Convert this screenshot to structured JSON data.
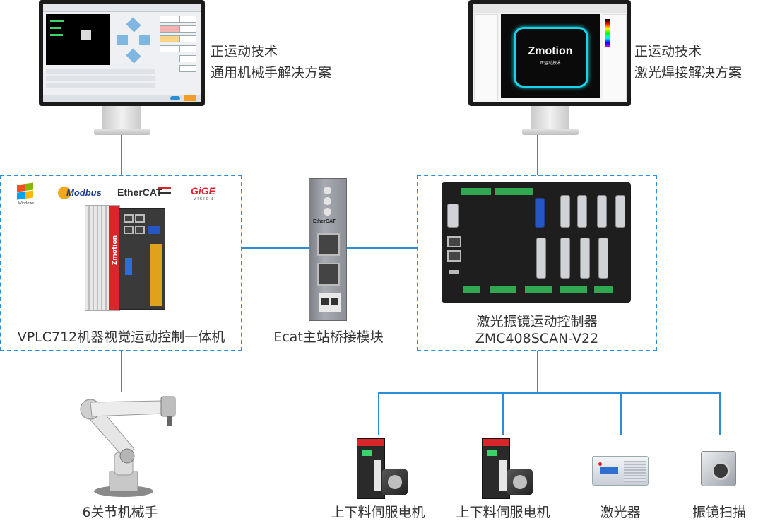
{
  "labels": {
    "robot_solution_line1": "正运动技术",
    "robot_solution_line2": "通用机械手解决方案",
    "laser_solution_line1": "正运动技术",
    "laser_solution_line2": "激光焊接解决方案",
    "vplc": "VPLC712机器视觉运动控制一体机",
    "bridge": "Ecat主站桥接模块",
    "controller_line1": "激光振镜运动控制器",
    "controller_line2": "ZMC408SCAN-V22",
    "robot_arm": "6关节机械手",
    "servo1": "上下料伺服电机",
    "servo2": "上下料伺服电机",
    "laser": "激光器",
    "galvo": "振镜扫描"
  },
  "logos": {
    "windows": "Windows",
    "modbus": "Modbus",
    "ethercat": "EtherCAT",
    "gige": "GiGE",
    "gige_sub": "VISION",
    "zmotion_vertical": "Zmotion",
    "bridge_brand": "EtherCAT"
  },
  "laser_screen": {
    "brand": "Zmotion",
    "sub": "正运动技术"
  },
  "colors": {
    "connector": "#2a8fd6",
    "accent_red": "#d8262b",
    "terminal_green": "#2fa84f",
    "laser_glow": "#19d4e6"
  }
}
